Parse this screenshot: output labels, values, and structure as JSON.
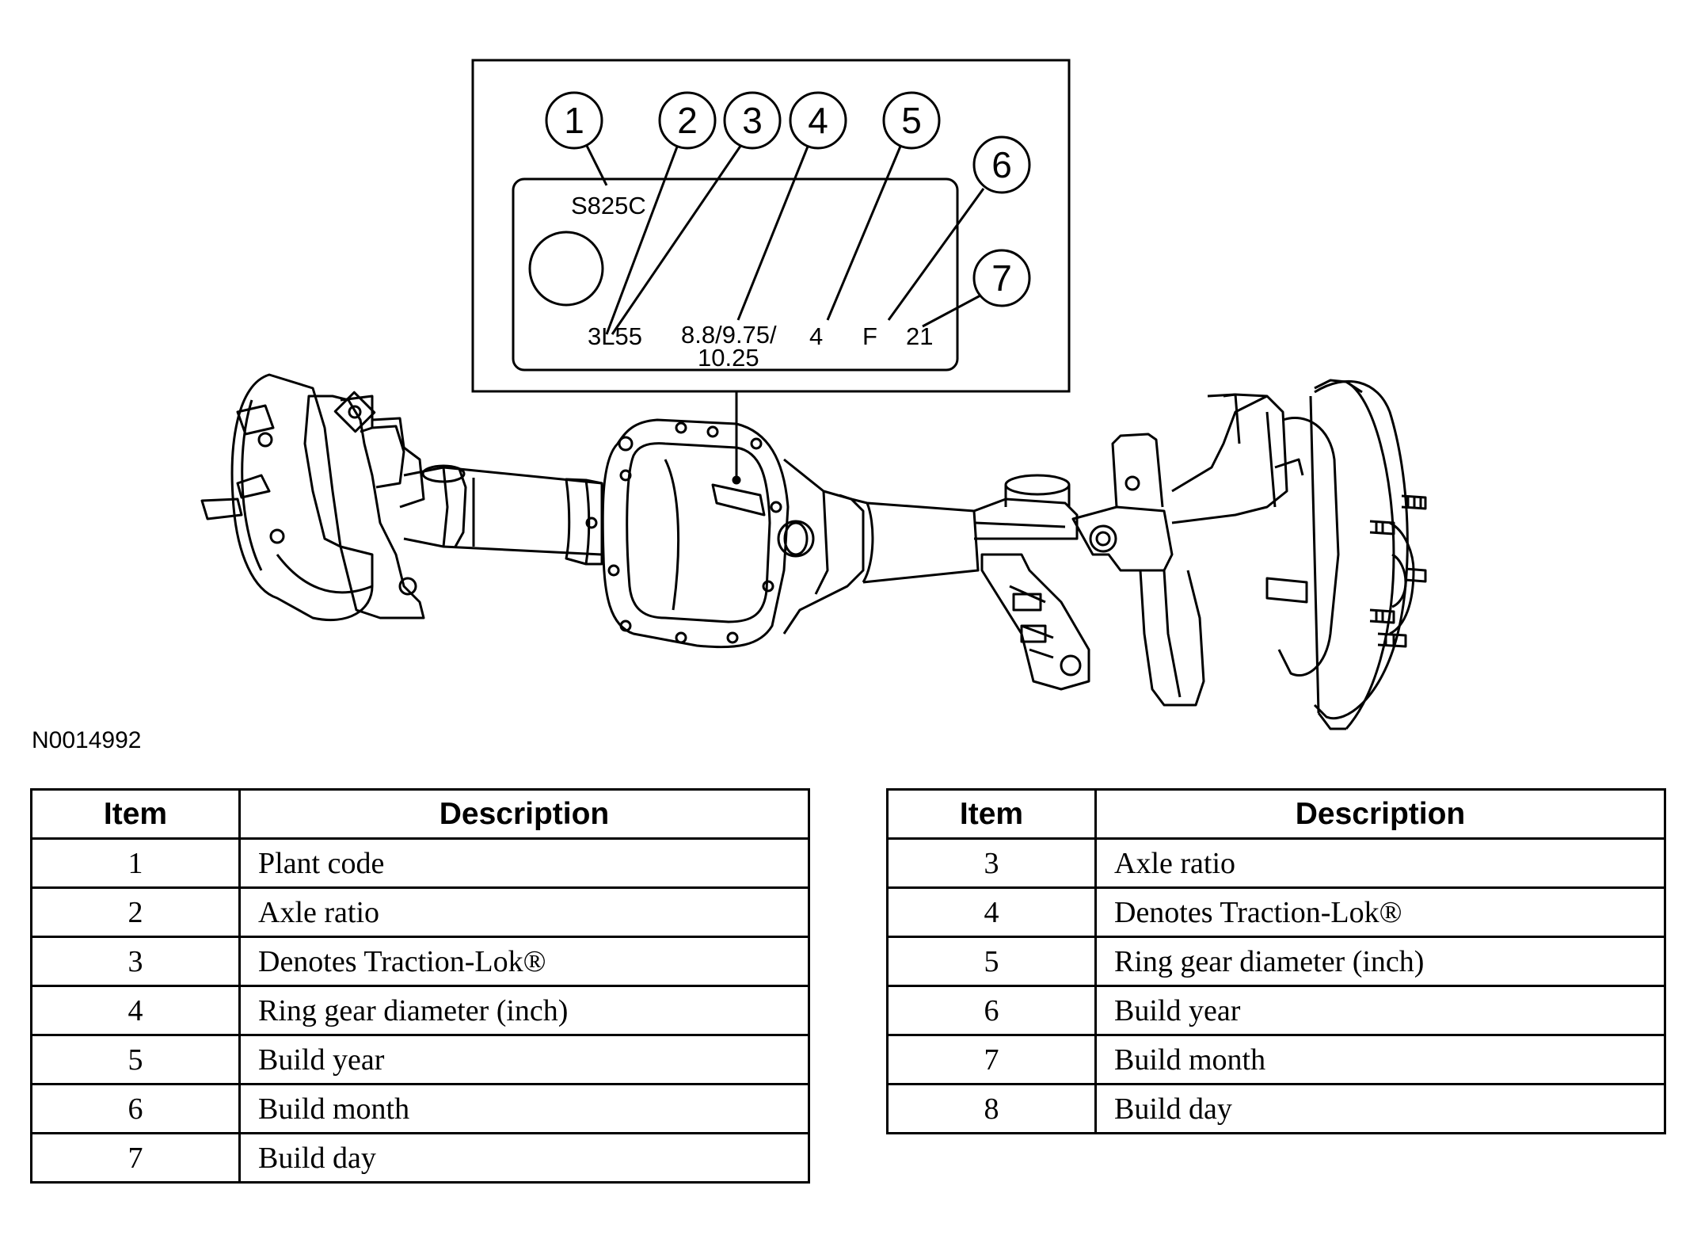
{
  "figure": {
    "id": "N0014992",
    "tag": {
      "plant_code": "S825C",
      "axle_code": "3L55",
      "ring_gear_line1": "8.8/9.75/",
      "ring_gear_line2": "10.25",
      "col_4": "4",
      "col_f": "F",
      "col_21": "21"
    },
    "callouts": [
      "1",
      "2",
      "3",
      "4",
      "5",
      "6",
      "7"
    ]
  },
  "tables": [
    {
      "headers": [
        "Item",
        "Description"
      ],
      "rows": [
        [
          "1",
          "Plant code"
        ],
        [
          "2",
          "Axle ratio"
        ],
        [
          "3",
          "Denotes Traction-Lok®"
        ],
        [
          "4",
          "Ring gear diameter (inch)"
        ],
        [
          "5",
          "Build year"
        ],
        [
          "6",
          "Build month"
        ],
        [
          "7",
          "Build day"
        ]
      ]
    },
    {
      "headers": [
        "Item",
        "Description"
      ],
      "rows": [
        [
          "3",
          "Axle ratio"
        ],
        [
          "4",
          "Denotes Traction-Lok®"
        ],
        [
          "5",
          "Ring gear diameter (inch)"
        ],
        [
          "6",
          "Build year"
        ],
        [
          "7",
          "Build month"
        ],
        [
          "8",
          "Build day"
        ]
      ]
    }
  ]
}
